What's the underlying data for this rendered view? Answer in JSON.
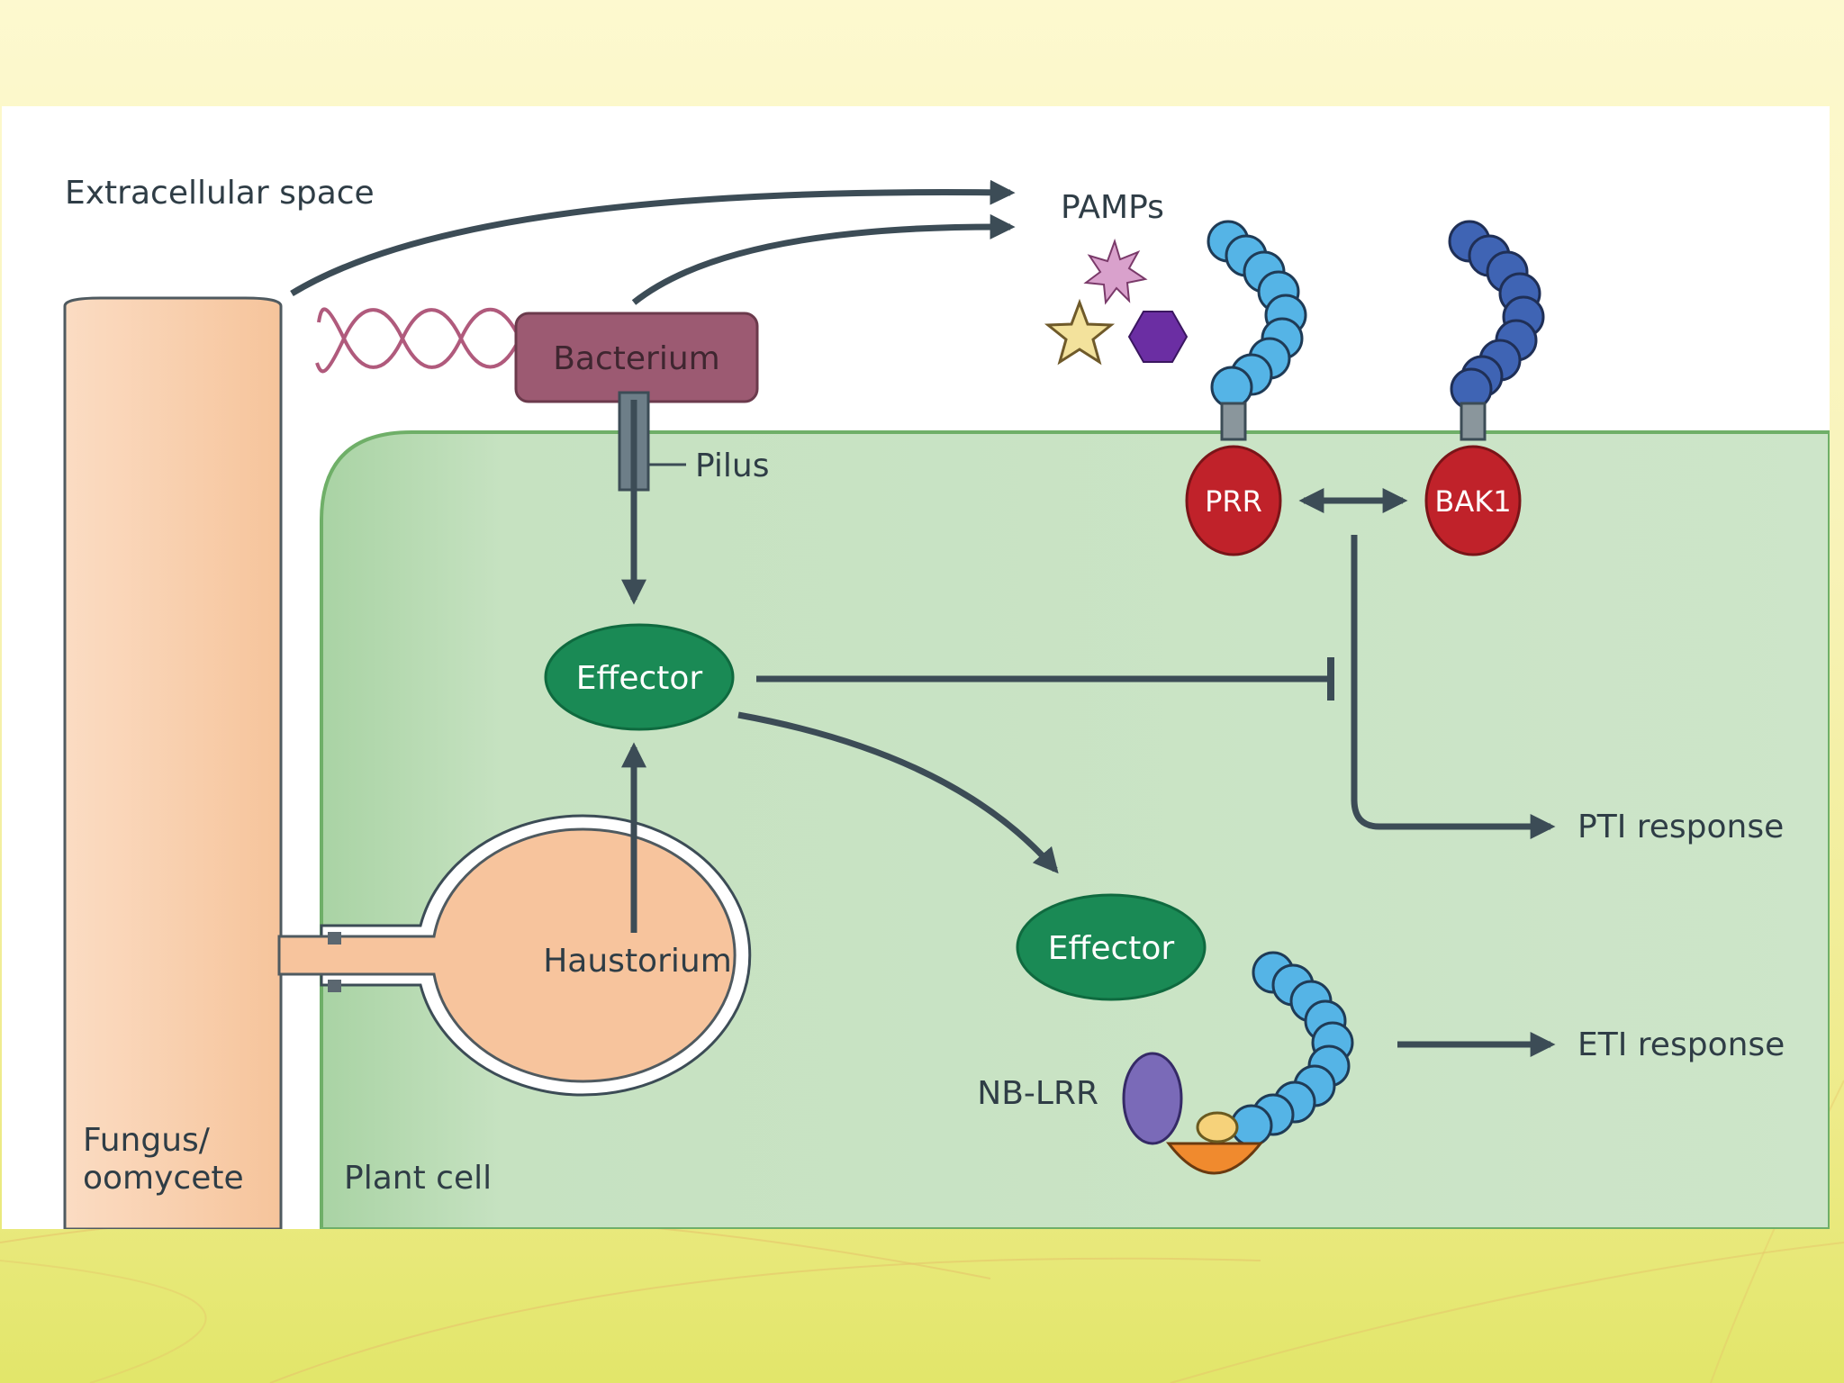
{
  "labels": {
    "extracellular_space": "Extracellular space",
    "pamps": "PAMPs",
    "bacterium": "Bacterium",
    "pilus": "Pilus",
    "prr": "PRR",
    "bak1": "BAK1",
    "effector_upper": "Effector",
    "effector_lower": "Effector",
    "pti_response": "PTI response",
    "eti_response": "ETI response",
    "haustorium": "Haustorium",
    "nb_lrr": "NB-LRR",
    "fungus_line1": "Fungus/",
    "fungus_line2": "oomycete",
    "plant_cell": "Plant cell"
  },
  "colors": {
    "slide_background": "#f8f3b8",
    "plant_cell": "#c8e2c4",
    "fungus": "#f7c9a2",
    "bacterium": "#9c5a72",
    "effector": "#1a8a55",
    "receptor_red": "#c0222a",
    "lrr_light": "#55b4e6",
    "lrr_dark": "#3f64b4",
    "arrow": "#3c4c56"
  }
}
